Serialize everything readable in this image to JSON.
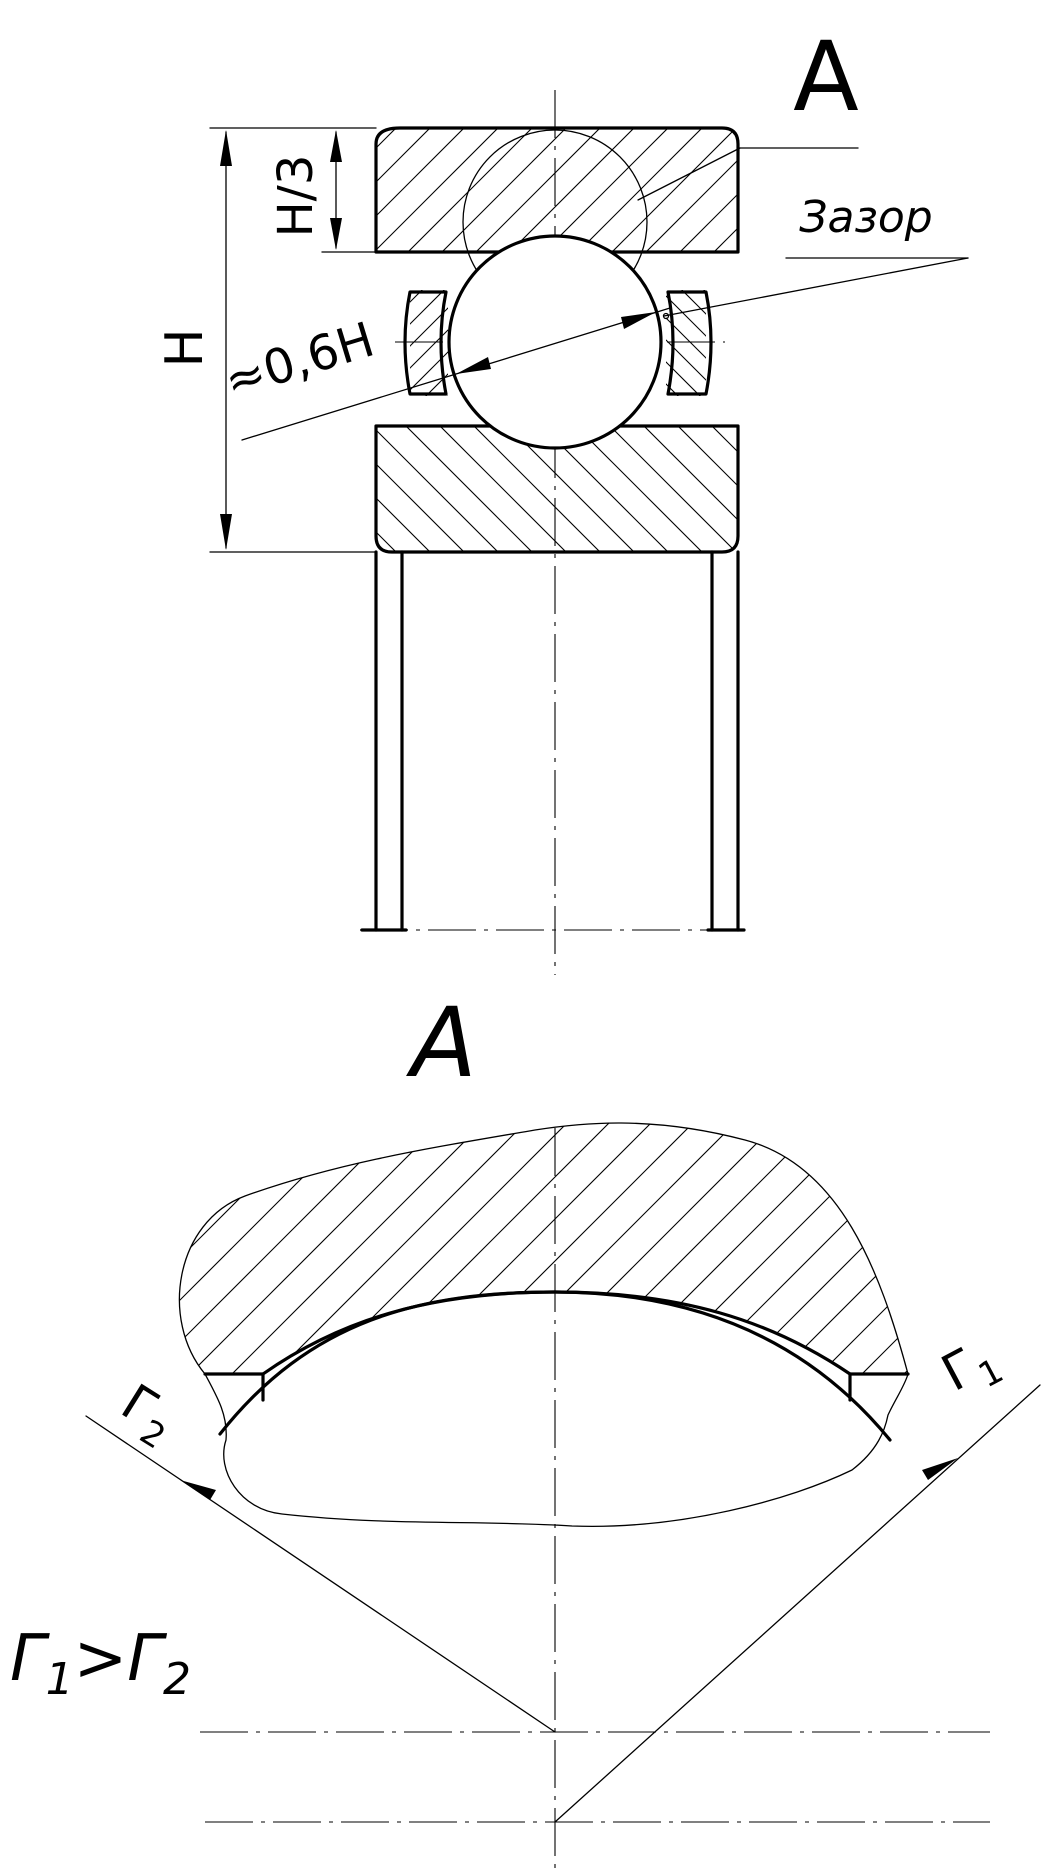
{
  "drawing": {
    "view_label_top": "A",
    "view_label_detail": "A",
    "dimension_height": "H",
    "dimension_third": "H/3",
    "dimension_ball": "≈0,6H",
    "gap_label": "Зазор",
    "radius_large": {
      "symbol": "Г",
      "index": "1"
    },
    "radius_small": {
      "symbol": "Г",
      "index": "2"
    },
    "relation": {
      "left_symbol": "Г",
      "left_index": "1",
      "operator": ">",
      "right_symbol": "Г",
      "right_index": "2"
    }
  }
}
